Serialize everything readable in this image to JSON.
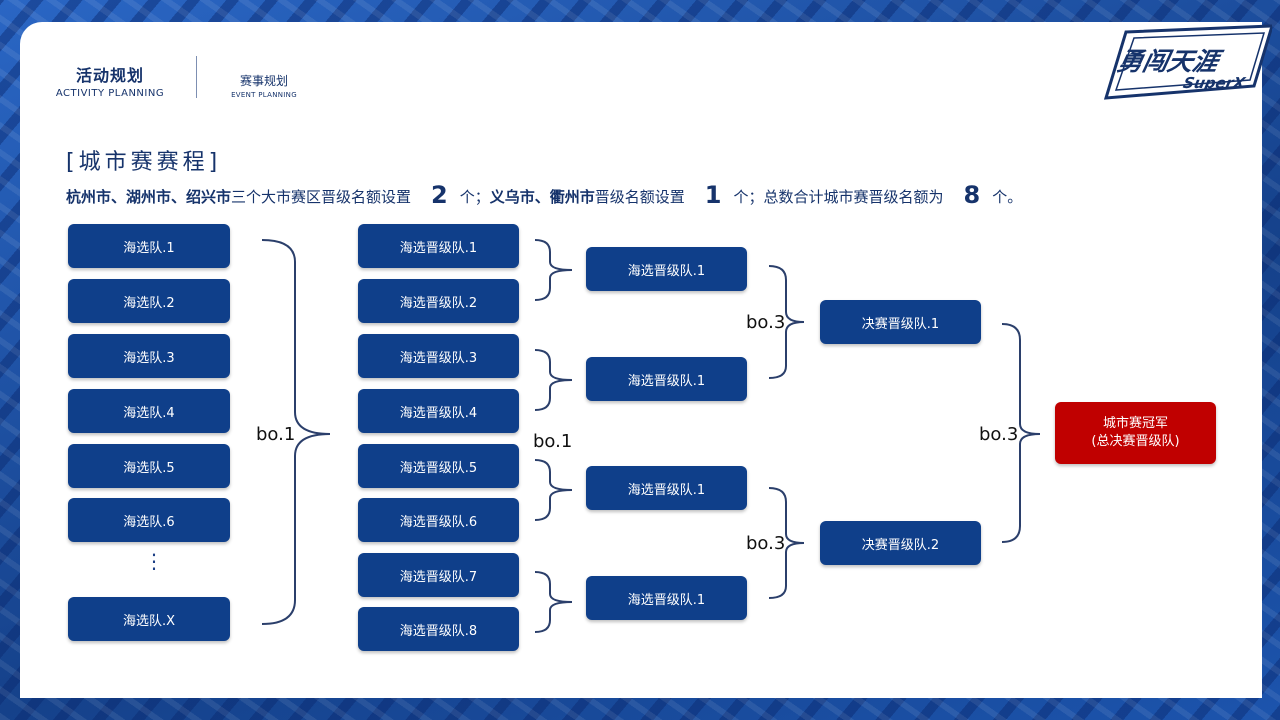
{
  "header": {
    "main_cn": "活动规划",
    "main_en": "ACTIVITY PLANNING",
    "sub_cn": "赛事规划",
    "sub_en": "EVENT PLANNING"
  },
  "logo": {
    "text_cn": "勇闯天涯",
    "text_en": "SuperX"
  },
  "section_title": "[城市赛赛程]",
  "quota": {
    "part1_bold": "杭州市、湖州市、绍兴市",
    "part1_text": "三个大市赛区晋级名额设置",
    "num1": "2",
    "part2_sep": "个；",
    "part2_bold": "义乌市、衢州市",
    "part2_text": "晋级名额设置",
    "num2": "1",
    "part3_text": "个；总数合计城市赛晋级名额为",
    "num3": "8",
    "part3_end": "个。"
  },
  "bracket": {
    "col1": [
      "海选队.1",
      "海选队.2",
      "海选队.3",
      "海选队.4",
      "海选队.5",
      "海选队.6",
      "海选队.X"
    ],
    "col1_ellipsis": "⋮",
    "col2": [
      "海选晋级队.1",
      "海选晋级队.2",
      "海选晋级队.3",
      "海选晋级队.4",
      "海选晋级队.5",
      "海选晋级队.6",
      "海选晋级队.7",
      "海选晋级队.8"
    ],
    "col3": [
      "海选晋级队.1",
      "海选晋级队.1",
      "海选晋级队.1",
      "海选晋级队.1"
    ],
    "col4": [
      "决赛晋级队.1",
      "决赛晋级队.2"
    ],
    "champion_line1": "城市赛冠军",
    "champion_line2": "(总决赛晋级队)",
    "labels": {
      "round1": "bo.1",
      "round2": "bo.1",
      "semi_top": "bo.3",
      "semi_bottom": "bo.3",
      "final": "bo.3"
    }
  },
  "colors": {
    "box": "#0f3f8a",
    "champion": "#c00000",
    "text": "#16336b",
    "bracket_line": "#2b3f6b"
  }
}
